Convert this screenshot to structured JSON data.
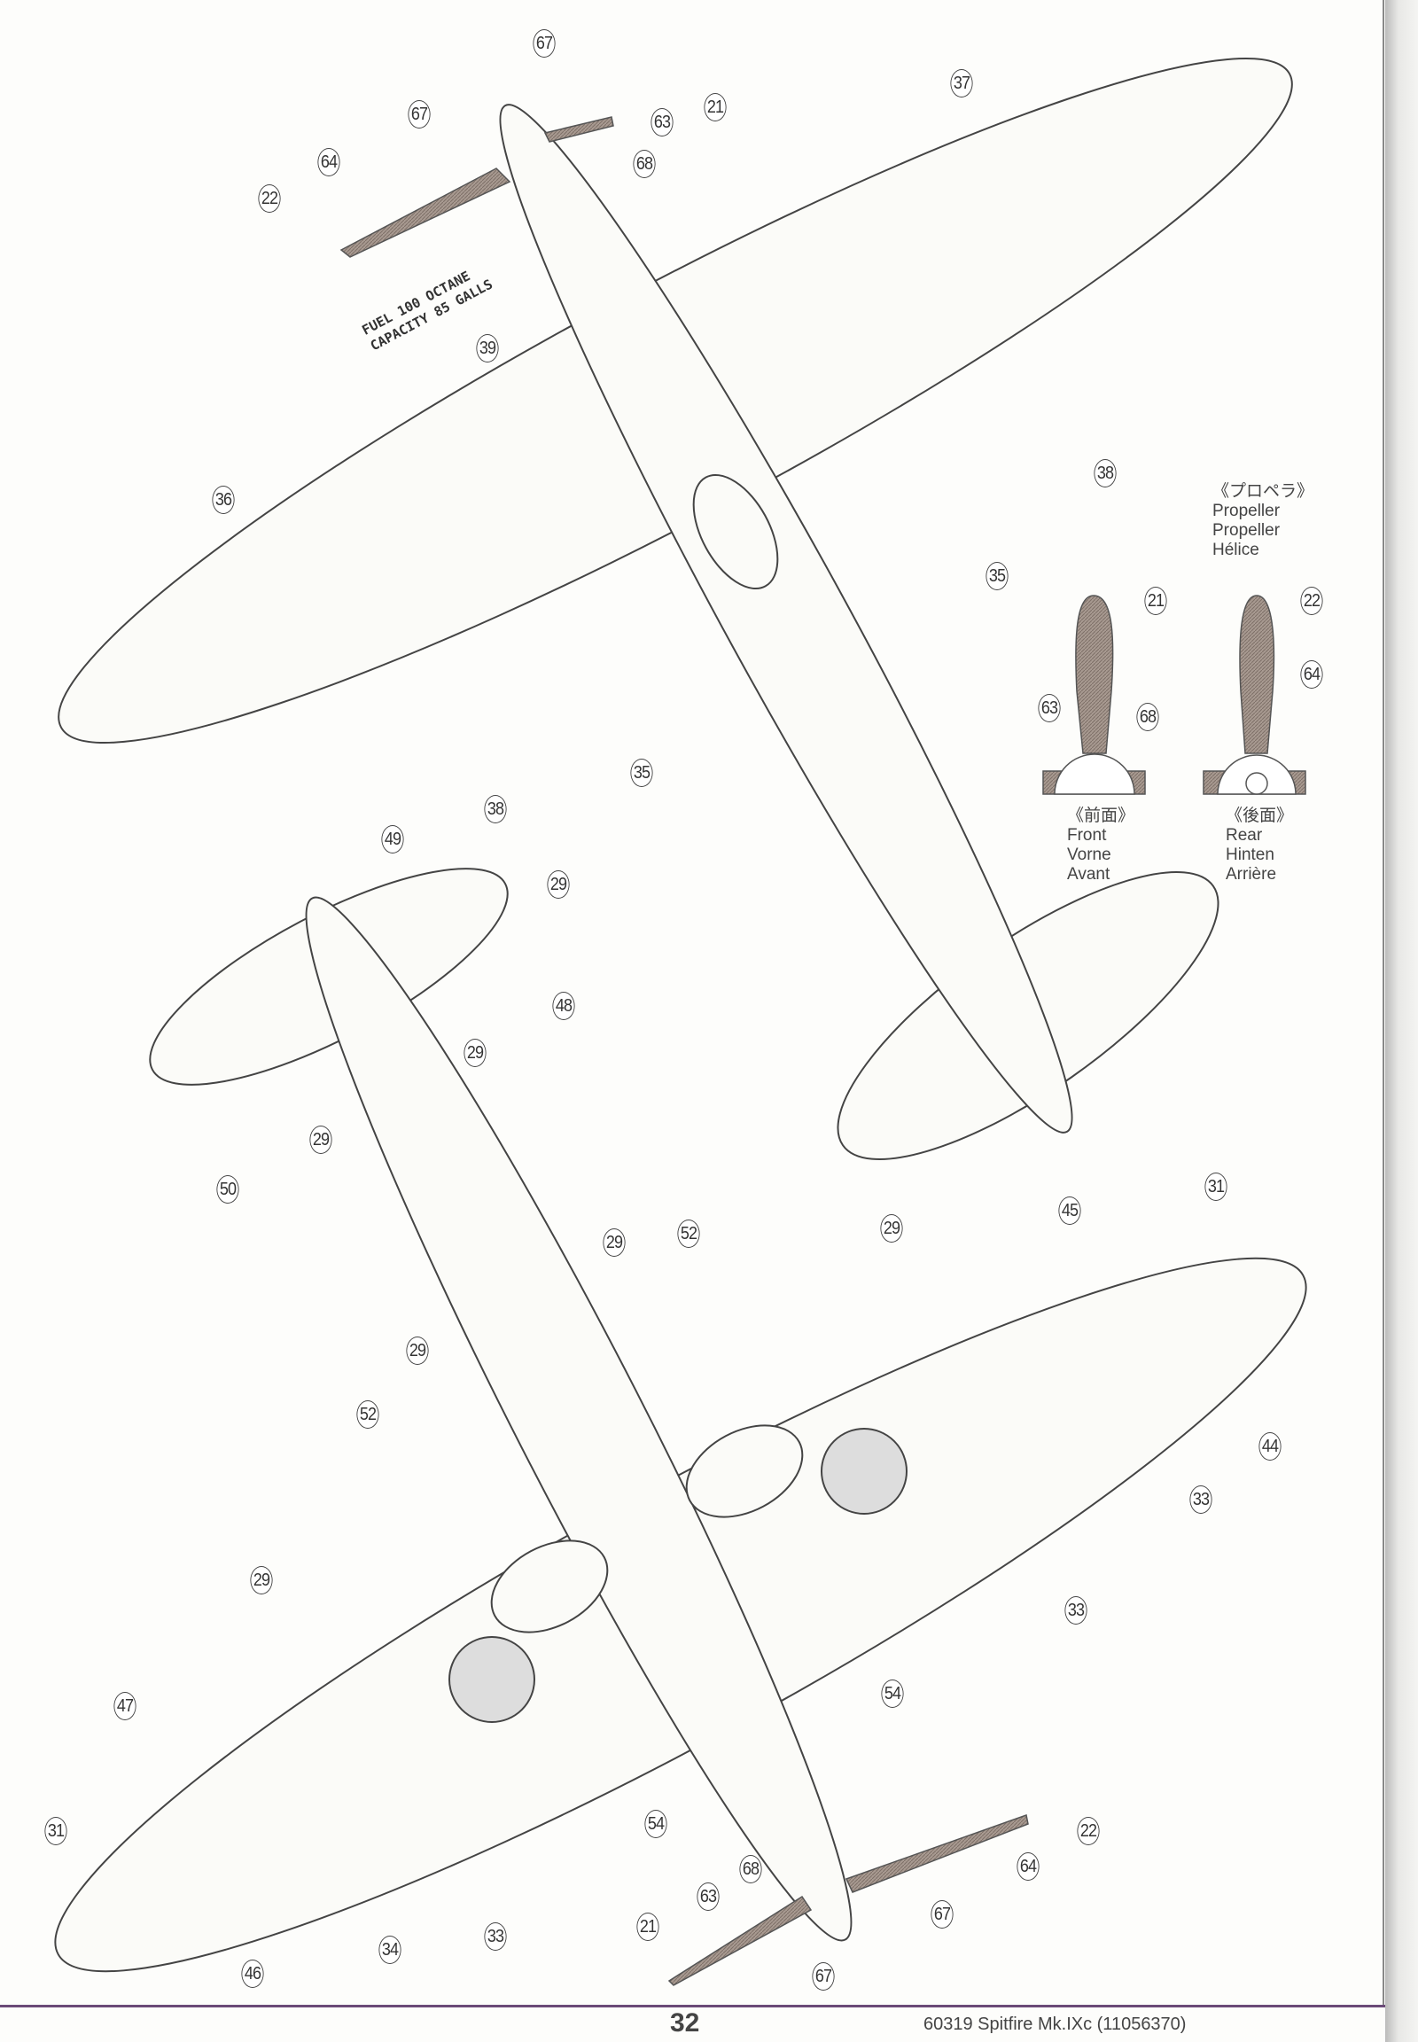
{
  "stencils": {
    "fuel_line1": "FUEL 100 OCTANE",
    "fuel_line2": "CAPACITY 85 GALLS"
  },
  "propeller_section": {
    "title_jp": "《プロペラ》",
    "title_en": "Propeller",
    "title_de": "Propeller",
    "title_fr": "Hélice",
    "front_jp": "《前面》",
    "front_en": "Front",
    "front_de": "Vorne",
    "front_fr": "Avant",
    "rear_jp": "《後面》",
    "rear_en": "Rear",
    "rear_de": "Hinten",
    "rear_fr": "Arrière"
  },
  "callouts": {
    "upper": [
      "67",
      "67",
      "21",
      "63",
      "68",
      "64",
      "22",
      "37",
      "39",
      "36",
      "38",
      "35",
      "35",
      "38"
    ],
    "propeller": [
      "21",
      "22",
      "64",
      "63",
      "68"
    ],
    "tail": [
      "49",
      "29",
      "48",
      "29",
      "29",
      "50"
    ],
    "lower": [
      "45",
      "31",
      "29",
      "29",
      "52",
      "29",
      "52",
      "44",
      "33",
      "33",
      "29",
      "54",
      "47",
      "54",
      "22",
      "64",
      "31",
      "63",
      "68",
      "67",
      "21",
      "34",
      "33",
      "46",
      "67"
    ]
  },
  "colors": {
    "propeller": "#9d8f86",
    "accent_rule": "#6b4a78"
  },
  "footer": {
    "page_number": "32",
    "product": "60319  Spitfire Mk.IXc (11056370)"
  }
}
